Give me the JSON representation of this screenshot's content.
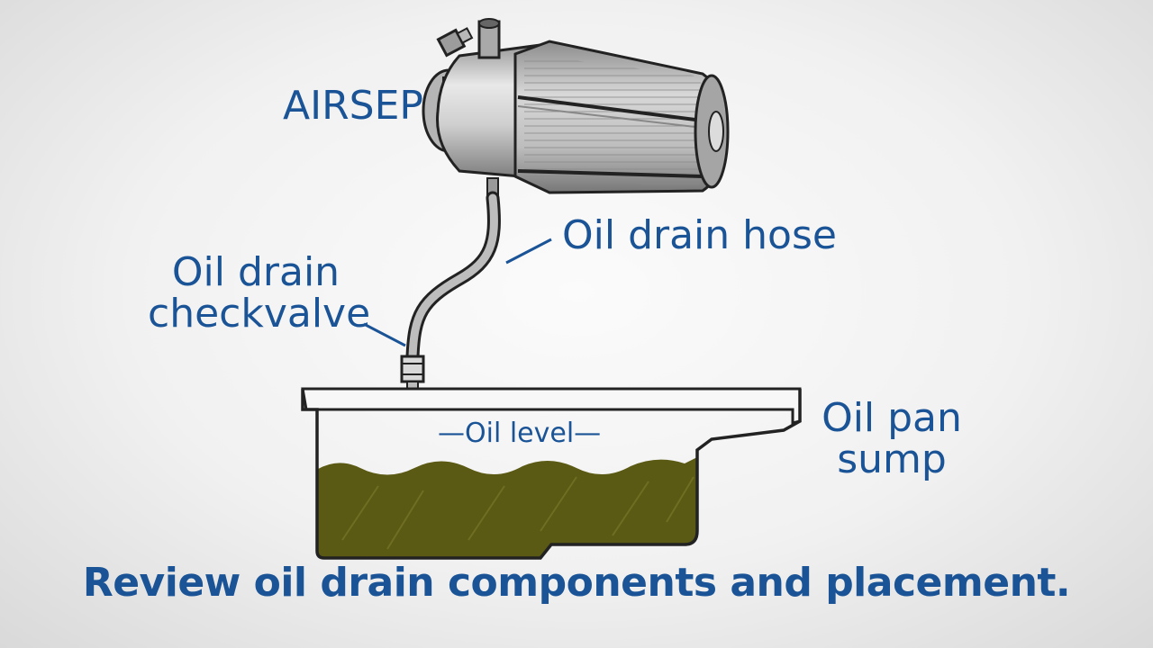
{
  "labels": {
    "airsep": "AIRSEP",
    "oil_drain_hose": "Oil drain hose",
    "checkvalve_line1": "Oil drain",
    "checkvalve_line2": "checkvalve",
    "sump_line1": "Oil pan",
    "sump_line2": "sump",
    "oil_level": "—Oil level—"
  },
  "caption": "Review oil drain components and placement.",
  "colors": {
    "text_blue": "#1a5496",
    "oil": "#5b5a14",
    "line_dark": "#222222",
    "metal": "#c9c9c9"
  }
}
